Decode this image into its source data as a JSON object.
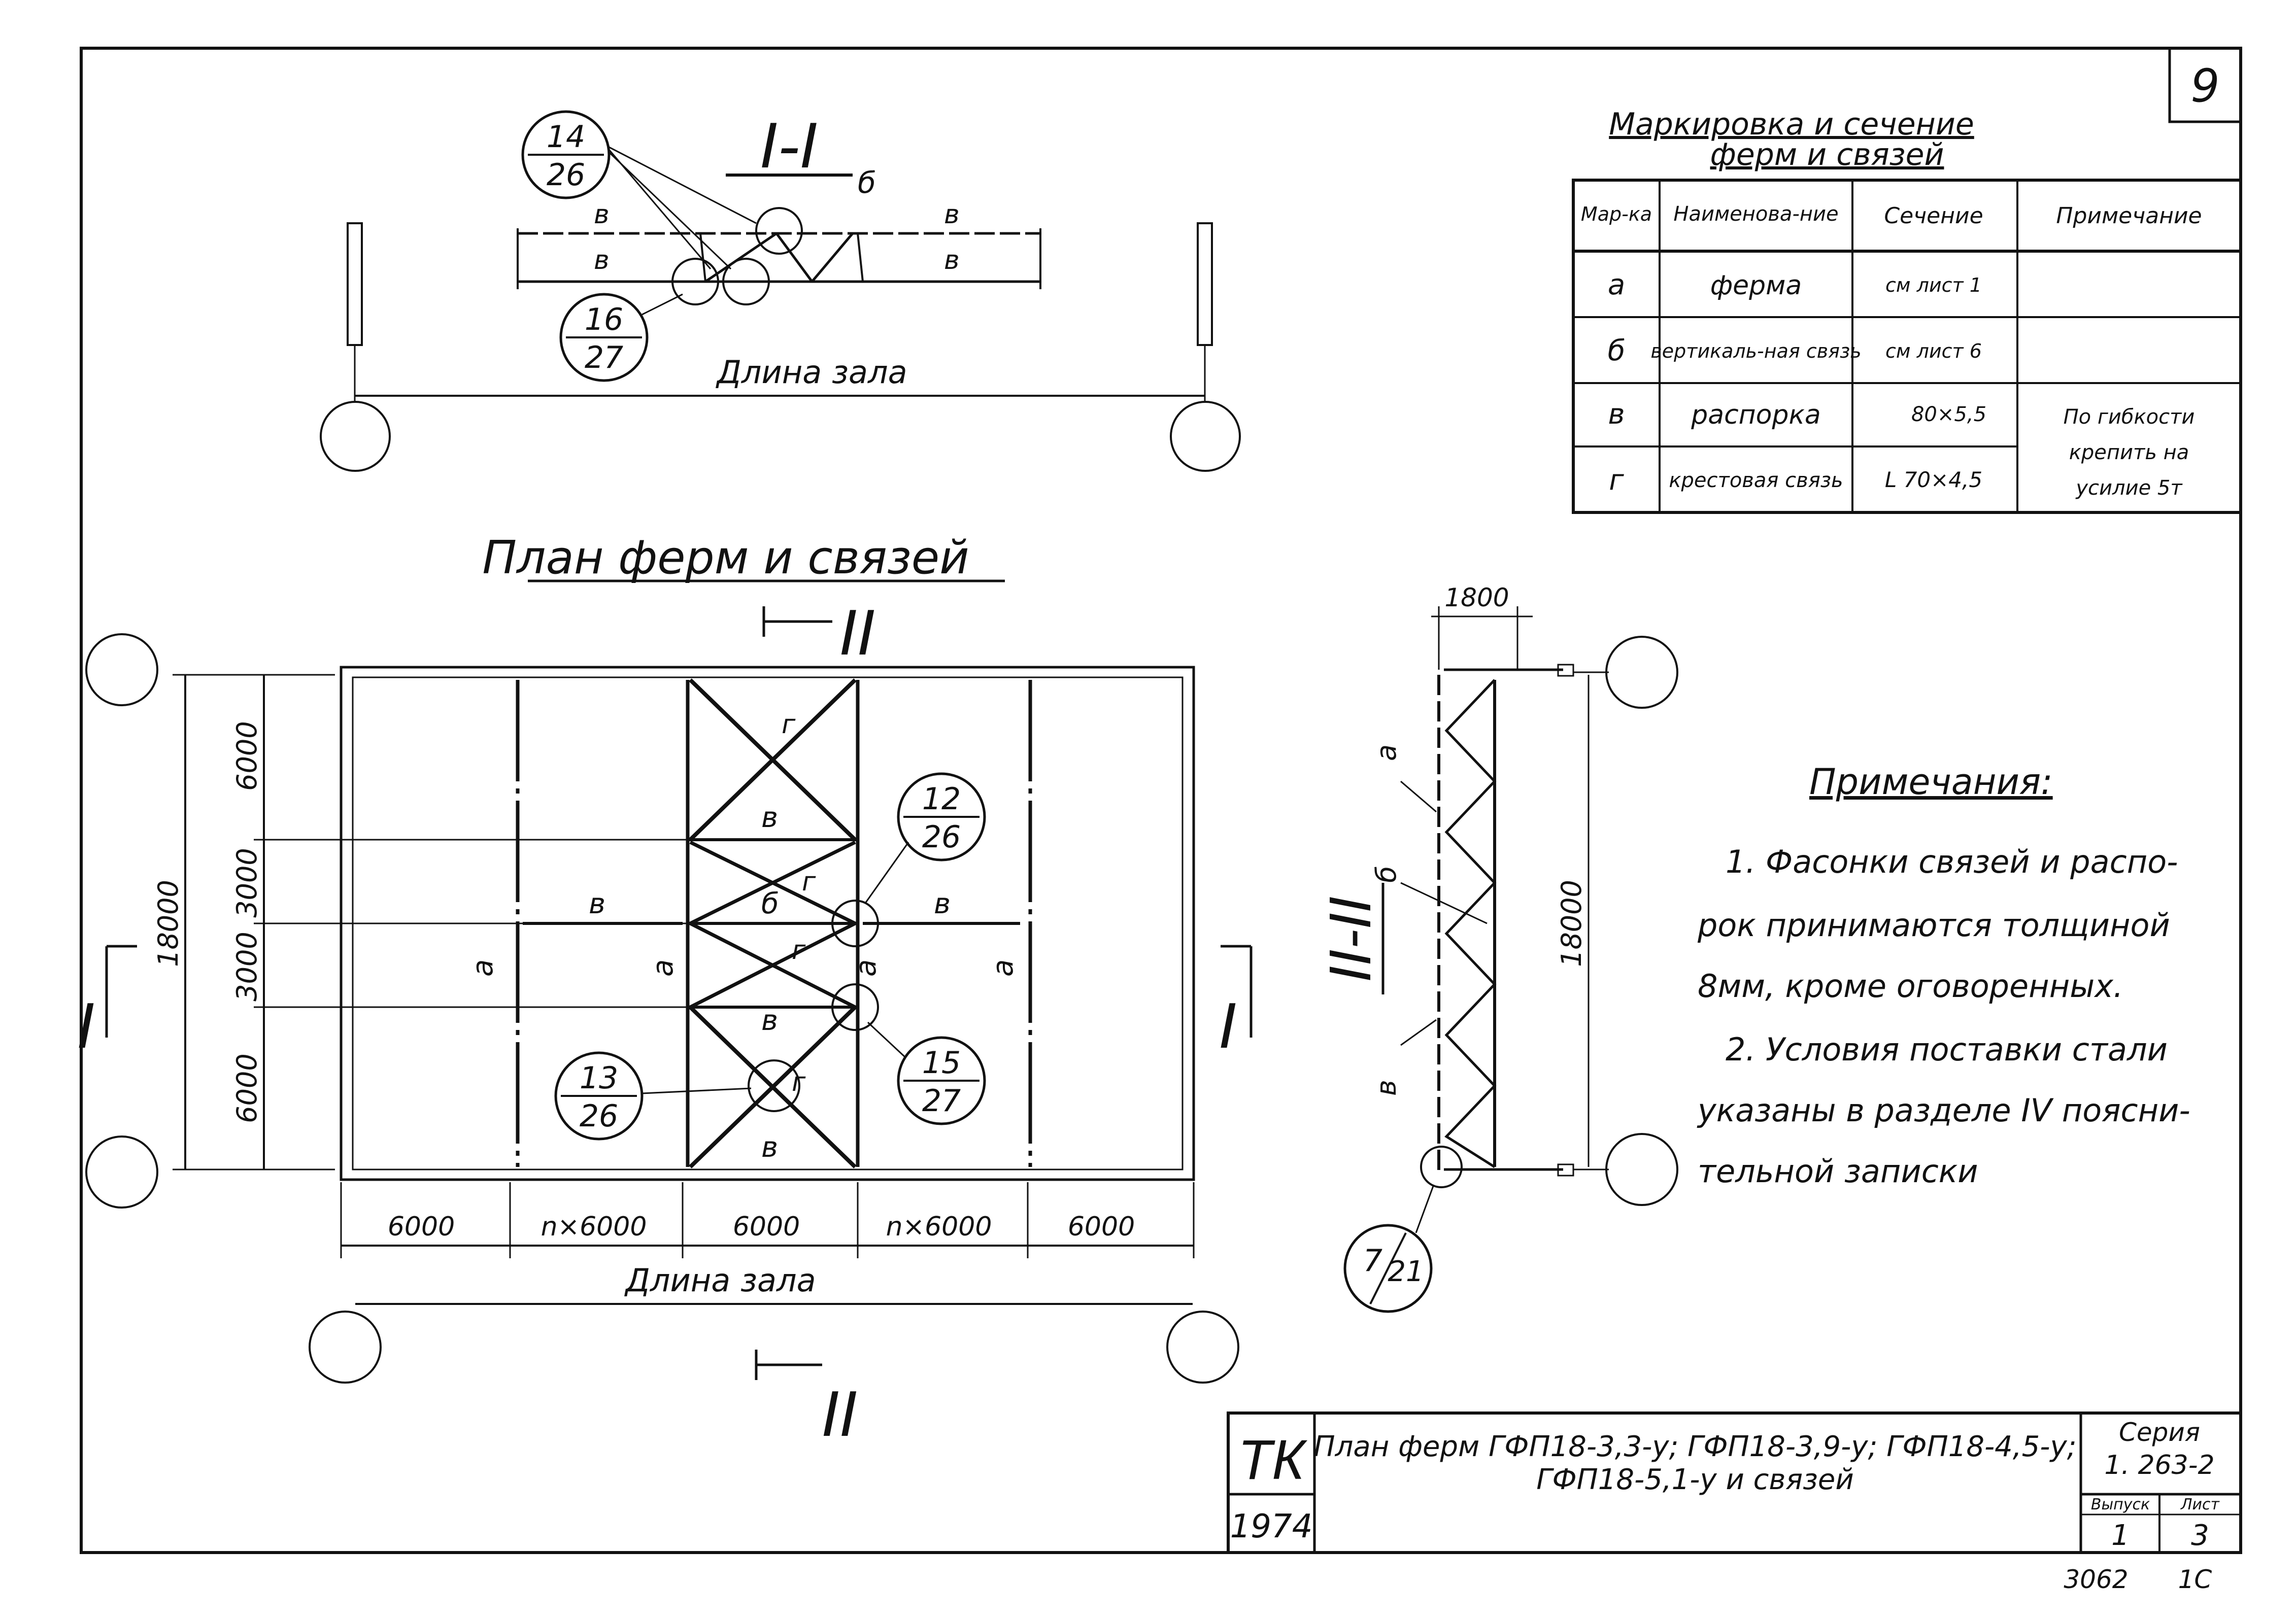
{
  "sheet": {
    "sheet_mark": "9",
    "bottom_codes": [
      "3062",
      "1C"
    ]
  },
  "legend_table": {
    "title_line1": "Маркировка и сечение",
    "title_line2": "ферм и связей",
    "headers": [
      "Мар-ка",
      "Наименова-ние",
      "Сечение",
      "Примечание"
    ],
    "rows": [
      {
        "mark": "а",
        "name": "ферма",
        "section": "см лист 1"
      },
      {
        "mark": "б",
        "name": "вертикаль-ная связь",
        "section": "см лист 6"
      },
      {
        "mark": "в",
        "name": "распорка",
        "section": "80×5,5"
      },
      {
        "mark": "г",
        "name": "крестовая связь",
        "section": "L 70×4,5"
      }
    ],
    "note_merged": [
      "По гибкости",
      "крепить на",
      "усилие 5т"
    ]
  },
  "section_1": {
    "title": "I-I",
    "hall_length": "Длина зала",
    "labels": [
      "б",
      "в",
      "в",
      "в",
      "в"
    ],
    "callout_a": {
      "top": "14",
      "bottom": "26"
    },
    "callout_b": {
      "top": "16",
      "bottom": "27"
    }
  },
  "plan": {
    "title": "План ферм и связей",
    "section_mark": "II",
    "side_mark": "I",
    "hall_length": "Длина зала",
    "width_total": "18000",
    "left_dims": [
      "6000",
      "3000",
      "3000",
      "6000"
    ],
    "bottom_dims": [
      "6000",
      "n×6000",
      "6000",
      "n×6000",
      "6000"
    ],
    "member_labels": {
      "a": "а",
      "b": "б",
      "v": "в",
      "g": "г"
    },
    "callouts": [
      {
        "top": "12",
        "bottom": "26"
      },
      {
        "top": "13",
        "bottom": "26"
      },
      {
        "top": "15",
        "bottom": "27"
      }
    ]
  },
  "section_2": {
    "title": "II-II",
    "top_dim": "1800",
    "height_dim": "18000",
    "labels": [
      "а",
      "б",
      "в"
    ],
    "callout": {
      "top": "7",
      "bottom": "21"
    }
  },
  "notes": {
    "heading": "Примечания:",
    "lines": [
      "1. Фасонки связей и распо-",
      "рок принимаются толщиной",
      "8мм, кроме оговоренных.",
      "2. Условия поставки стали",
      "указаны в разделе IV поясни-",
      "тельной записки"
    ]
  },
  "title_block": {
    "org": "ТК",
    "year": "1974",
    "title_line1": "План ферм ГФП18-3,3-у; ГФП18-3,9-у; ГФП18-4,5-у;",
    "title_line2": "ГФП18-5,1-у и связей",
    "series_label": "Серия",
    "series_value": "1. 263-2",
    "issue_label": "Выпуск",
    "issue_value": "1",
    "sheet_label": "Лист",
    "sheet_value": "3"
  }
}
